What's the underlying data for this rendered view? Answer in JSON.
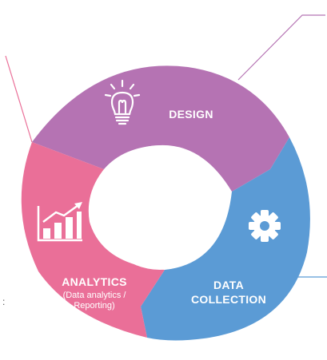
{
  "colors": {
    "design": "#b573b3",
    "data_collection": "#5b9bd5",
    "analytics": "#ea6f98",
    "background": "#ffffff"
  },
  "segments": {
    "design": {
      "label": "DESIGN",
      "icon": "lightbulb-icon"
    },
    "data_collection": {
      "label_line1": "DATA",
      "label_line2": "COLLECTION",
      "icon": "gear-icon"
    },
    "analytics": {
      "label": "ANALYTICS",
      "sub_line1": "(Data analytics /",
      "sub_line2": "Reporting)",
      "icon": "bar-chart-growth-icon"
    }
  },
  "edge_glyph": ":"
}
